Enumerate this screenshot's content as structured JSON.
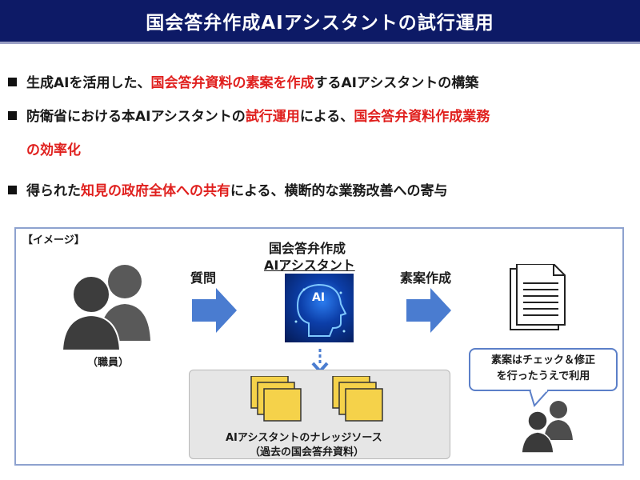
{
  "header": {
    "title": "国会答弁作成AIアシスタントの試行運用"
  },
  "bullets": [
    {
      "a": "生成AIを活用した、",
      "b": "国会答弁資料の素案を作成",
      "c": "するAIアシスタントの構築"
    },
    {
      "a": "防衛省における本AIアシスタントの",
      "b": "試行運用",
      "c": "による、",
      "d": "国会答弁資料作成業務",
      "e": "の効率化"
    },
    {
      "a": "得られた",
      "b": "知見の政府全体への共有",
      "c": "による、横断的な業務改善への寄与"
    }
  ],
  "diagram": {
    "image_tag": "【イメージ】",
    "staff_label": "（職員）",
    "question_label": "質問",
    "assistant_title_1": "国会答弁作成",
    "assistant_title_2": "AIアシスタント",
    "ai_badge": "AI",
    "draft_label": "素案作成",
    "bubble_line_1": "素案はチェック＆修正",
    "bubble_line_2": "を行ったうえで利用",
    "kb_label_1": "AIアシスタントのナレッジソース",
    "kb_label_2": "（過去の国会答弁資料）"
  },
  "colors": {
    "title_bg": "#0d1a66",
    "highlight": "#e0201e",
    "arrow": "#4a7cd0",
    "frame": "#8ea2cf",
    "folder": "#f5d24a"
  },
  "icons": [
    "staff-people-icon",
    "right-arrow-icon",
    "ai-head-icon",
    "down-dashed-arrow-icon",
    "document-icon",
    "folder-stack-icon",
    "people-icon"
  ]
}
